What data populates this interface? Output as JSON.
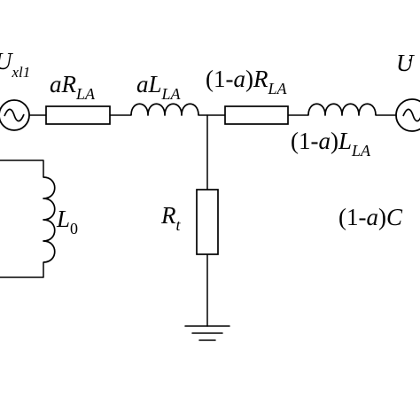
{
  "labels": {
    "voltage_left": {
      "prefix": "",
      "main": "U",
      "sub": "xl1"
    },
    "r_la": {
      "prefix": "a",
      "main": "R",
      "sub": "LA"
    },
    "l_la": {
      "prefix": "a",
      "main": "L",
      "sub": "LA"
    },
    "r_la_rest": {
      "prefix": "(1-",
      "var": "a",
      "mid": ")",
      "main": "R",
      "sub": "LA"
    },
    "l_la_rest": {
      "prefix": "(1-",
      "var": "a",
      "mid": ")",
      "main": "L",
      "sub": "LA"
    },
    "voltage_right": {
      "main": "U",
      "dot": "·"
    },
    "l0": {
      "main": "L",
      "sub": "0"
    },
    "rt": {
      "main": "R",
      "sub": "t"
    },
    "c_right": {
      "prefix": "(1-",
      "var": "a",
      "mid": ")",
      "main": "C"
    }
  }
}
